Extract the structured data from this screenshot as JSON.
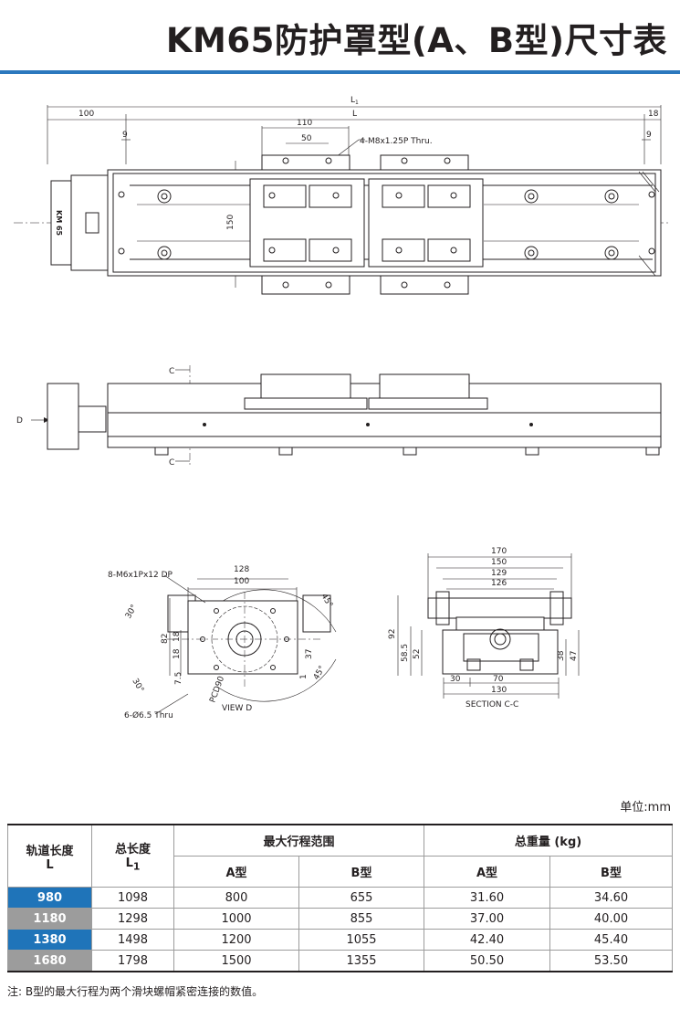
{
  "title": "KM65防护罩型(A、B型)尺寸表",
  "drawing": {
    "top_view": {
      "dims": {
        "L1": "L",
        "L1_sub": "1",
        "L": "L",
        "d100": "100",
        "d18": "18",
        "d9a": "9",
        "d9b": "9",
        "d110": "110",
        "d50": "50",
        "d150": "150",
        "screw_note": "4-M8x1.25P Thru."
      },
      "motor_label": "KM 65"
    },
    "side_view": {
      "c_top": "C",
      "c_bottom": "C",
      "d_label": "D"
    },
    "view_d": {
      "d128": "128",
      "d100": "100",
      "hole_note": "8-M6x1Px12 DP",
      "a30_top": "30°",
      "a45_top": "45°",
      "d82": "82",
      "d18a": "18",
      "d18b": "18",
      "d7_5": "7.5",
      "d37": "37",
      "d1": "1",
      "a30_bottom": "30°",
      "a45_bottom": "45°",
      "pcd": "PCD90",
      "thru_note": "6-Ø6.5 Thru",
      "caption": "VIEW D"
    },
    "section_cc": {
      "d170": "170",
      "d150": "150",
      "d129": "129",
      "d126": "126",
      "d92": "92",
      "d58_5": "58.5",
      "d52": "52",
      "d38": "38",
      "d47": "47",
      "d30": "30",
      "d70": "70",
      "d130": "130",
      "caption": "SECTION C-C"
    }
  },
  "unit_label": "单位:mm",
  "table": {
    "headers": {
      "rail_length": "轨道长度",
      "rail_length_sym": "L",
      "total_length": "总长度",
      "total_length_sym": "L",
      "total_length_sub": "1",
      "max_stroke": "最大行程范围",
      "total_weight": "总重量 (kg)",
      "type_a": "A型",
      "type_b": "B型"
    },
    "rows": [
      {
        "L": "980",
        "L1": "1098",
        "stroke_a": "800",
        "stroke_b": "655",
        "weight_a": "31.60",
        "weight_b": "34.60"
      },
      {
        "L": "1180",
        "L1": "1298",
        "stroke_a": "1000",
        "stroke_b": "855",
        "weight_a": "37.00",
        "weight_b": "40.00"
      },
      {
        "L": "1380",
        "L1": "1498",
        "stroke_a": "1200",
        "stroke_b": "1055",
        "weight_a": "42.40",
        "weight_b": "45.40"
      },
      {
        "L": "1680",
        "L1": "1798",
        "stroke_a": "1500",
        "stroke_b": "1355",
        "weight_a": "50.50",
        "weight_b": "53.50"
      }
    ]
  },
  "note": "注: B型的最大行程为两个滑块螺帽紧密连接的数值。",
  "colors": {
    "accent_blue": "#1f74b9",
    "row_gray": "#9c9c9c",
    "rule_blue": "#2b78be"
  }
}
